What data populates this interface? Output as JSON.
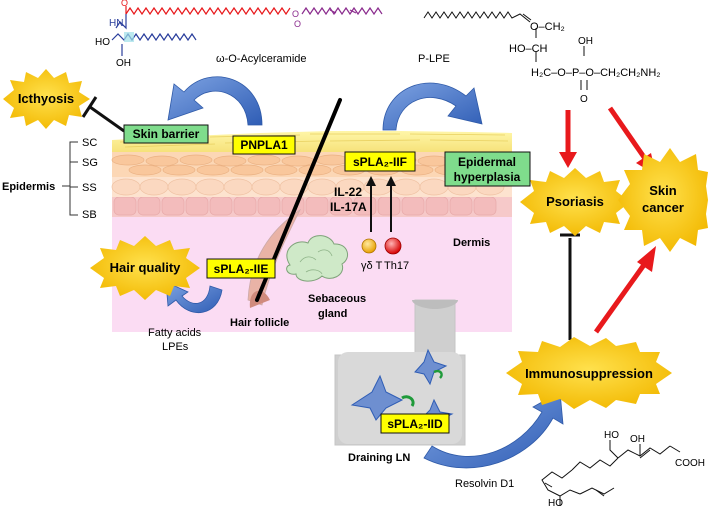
{
  "molecules": {
    "acylceramide": {
      "name": "ω-O-Acylceramide",
      "atom_hn": "HN",
      "atom_ho": "HO",
      "atom_oh": "OH",
      "atom_o1": "O",
      "atom_o2": "O",
      "atom_o3": "O"
    },
    "plpe": {
      "name": "P-LPE",
      "ch2_top": "O–CH₂",
      "ho_ch": "HO–CH",
      "h2c": "H₂C–O–P–O–CH₂CH₂NH₂",
      "oh": "OH",
      "o_dbl": "O"
    },
    "resolvin": {
      "name": "Resolvin D1",
      "cooh": "COOH",
      "ho_top": "HO",
      "oh_mid": "OH",
      "ho_bottom": "HO"
    }
  },
  "skin_layers": {
    "group_label": "Epidermis",
    "layers": [
      "SC",
      "SG",
      "SS",
      "SB"
    ],
    "dermis": "Dermis"
  },
  "diseases": {
    "icthyosis": "Icthyosis",
    "hair_quality": "Hair quality",
    "psoriasis": "Psoriasis",
    "skin_cancer": "Skin cancer",
    "immunosuppression": "Immunosuppression"
  },
  "boxes": {
    "skin_barrier": "Skin barrier",
    "pnpla1": "PNPLA1",
    "spla2_iif": "sPLA₂-IIF",
    "epidermal_hyperplasia": "Epidermal hyperplasia",
    "spla2_iie": "sPLA₂-IIE",
    "spla2_iid": "sPLA₂-IID"
  },
  "labels": {
    "il22": "IL-22",
    "il17a": "IL-17A",
    "gd_t": "γδ T",
    "th17": "Th17",
    "hair_follicle": "Hair follicle",
    "sebaceous_1": "Sebaceous",
    "sebaceous_2": "gland",
    "fatty_acids": "Fatty acids",
    "lpes": "LPEs",
    "draining_ln": "Draining LN"
  },
  "colors": {
    "burst": "#f5c400",
    "green_box": "#7fdc8c",
    "yellow_box": "#ffff00",
    "dermis": "#fbdcf3",
    "blue_arrow": "#3f6fc4",
    "red_arrow": "#e8191c"
  }
}
